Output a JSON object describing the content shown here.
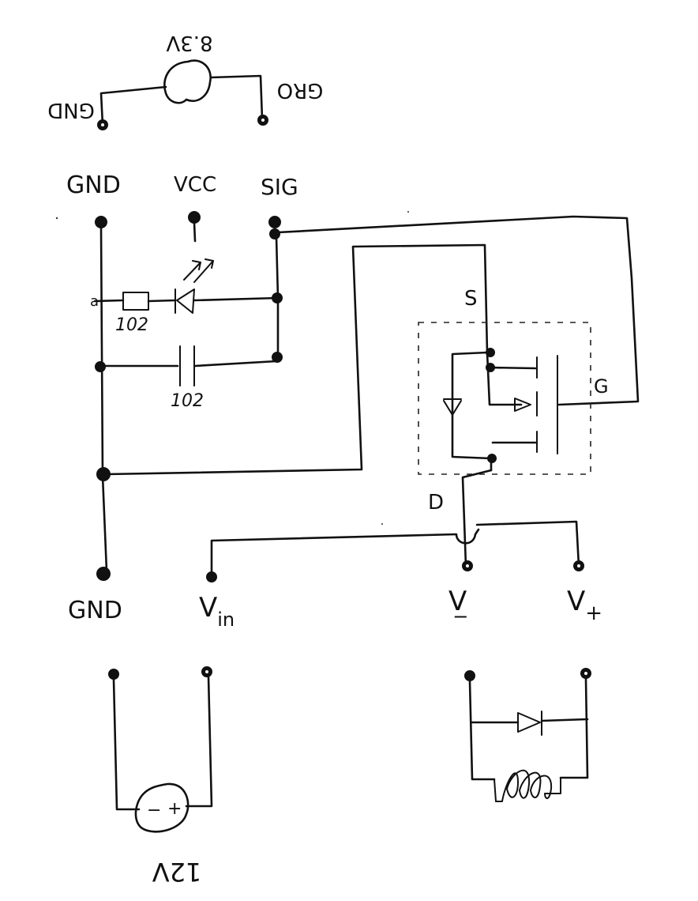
{
  "top_source": {
    "voltage": "8.3V",
    "left": "GND",
    "right": "GRO"
  },
  "header_pins": {
    "gnd": "GND",
    "vcc": "VCC",
    "sig": "SIG"
  },
  "components": {
    "resistor": "102",
    "capacitor": "102"
  },
  "mosfet": {
    "source": "S",
    "gate": "G",
    "drain": "D"
  },
  "bottom_pins": {
    "gnd": "GND",
    "vin_main": "V",
    "vin_sub": "in",
    "vminus_main": "V",
    "vminus_sub": "−",
    "vplus_main": "V",
    "vplus_sub": "+"
  },
  "battery": {
    "label": "12V",
    "minus": "−",
    "plus": "+"
  }
}
